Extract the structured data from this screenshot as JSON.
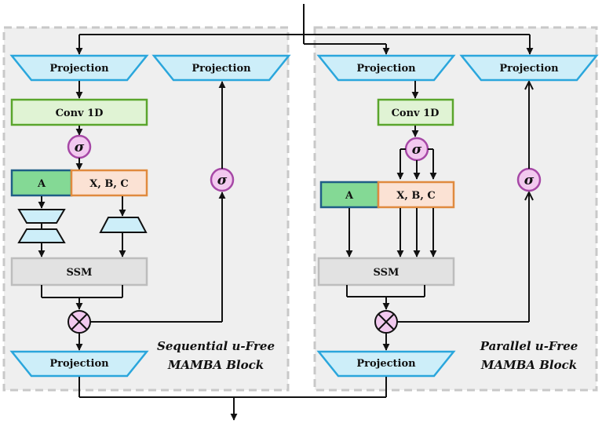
{
  "left_block": {
    "proj_in_left": "Projection",
    "proj_in_right": "Projection",
    "conv": "Conv 1D",
    "sigma_main": "σ",
    "sigma_gate": "σ",
    "a_label": "A",
    "xbc_label": "X, B, C",
    "ssm": "SSM",
    "proj_out": "Projection",
    "caption_line1_a": "Sequential ",
    "caption_line1_b": "u",
    "caption_line1_c": "-Free",
    "caption_line2": "MAMBA Block"
  },
  "right_block": {
    "proj_in_left": "Projection",
    "proj_in_right": "Projection",
    "conv": "Conv 1D",
    "sigma_main": "σ",
    "sigma_gate": "σ",
    "a_label": "A",
    "xbc_label": "X, B, C",
    "ssm": "SSM",
    "proj_out": "Projection",
    "caption_line1_a": "Parallel ",
    "caption_line1_b": "u",
    "caption_line1_c": "-Free",
    "caption_line2": "MAMBA Block"
  },
  "colors": {
    "panel_bg": "#efefef",
    "panel_border": "#c8c8c8",
    "projection_fill": "#cdeef9",
    "projection_stroke": "#2aa6dc",
    "conv_fill": "#e0f3d4",
    "conv_stroke": "#5aa52c",
    "a_fill": "#84d995",
    "a_stroke": "#1f5e86",
    "xbc_fill": "#fbe2d4",
    "xbc_stroke": "#e08a3e",
    "ssm_fill": "#e2e2e2",
    "ssm_stroke": "#bdbdbd",
    "sigma_fill": "#f2c9ef",
    "sigma_stroke": "#a648a6"
  }
}
